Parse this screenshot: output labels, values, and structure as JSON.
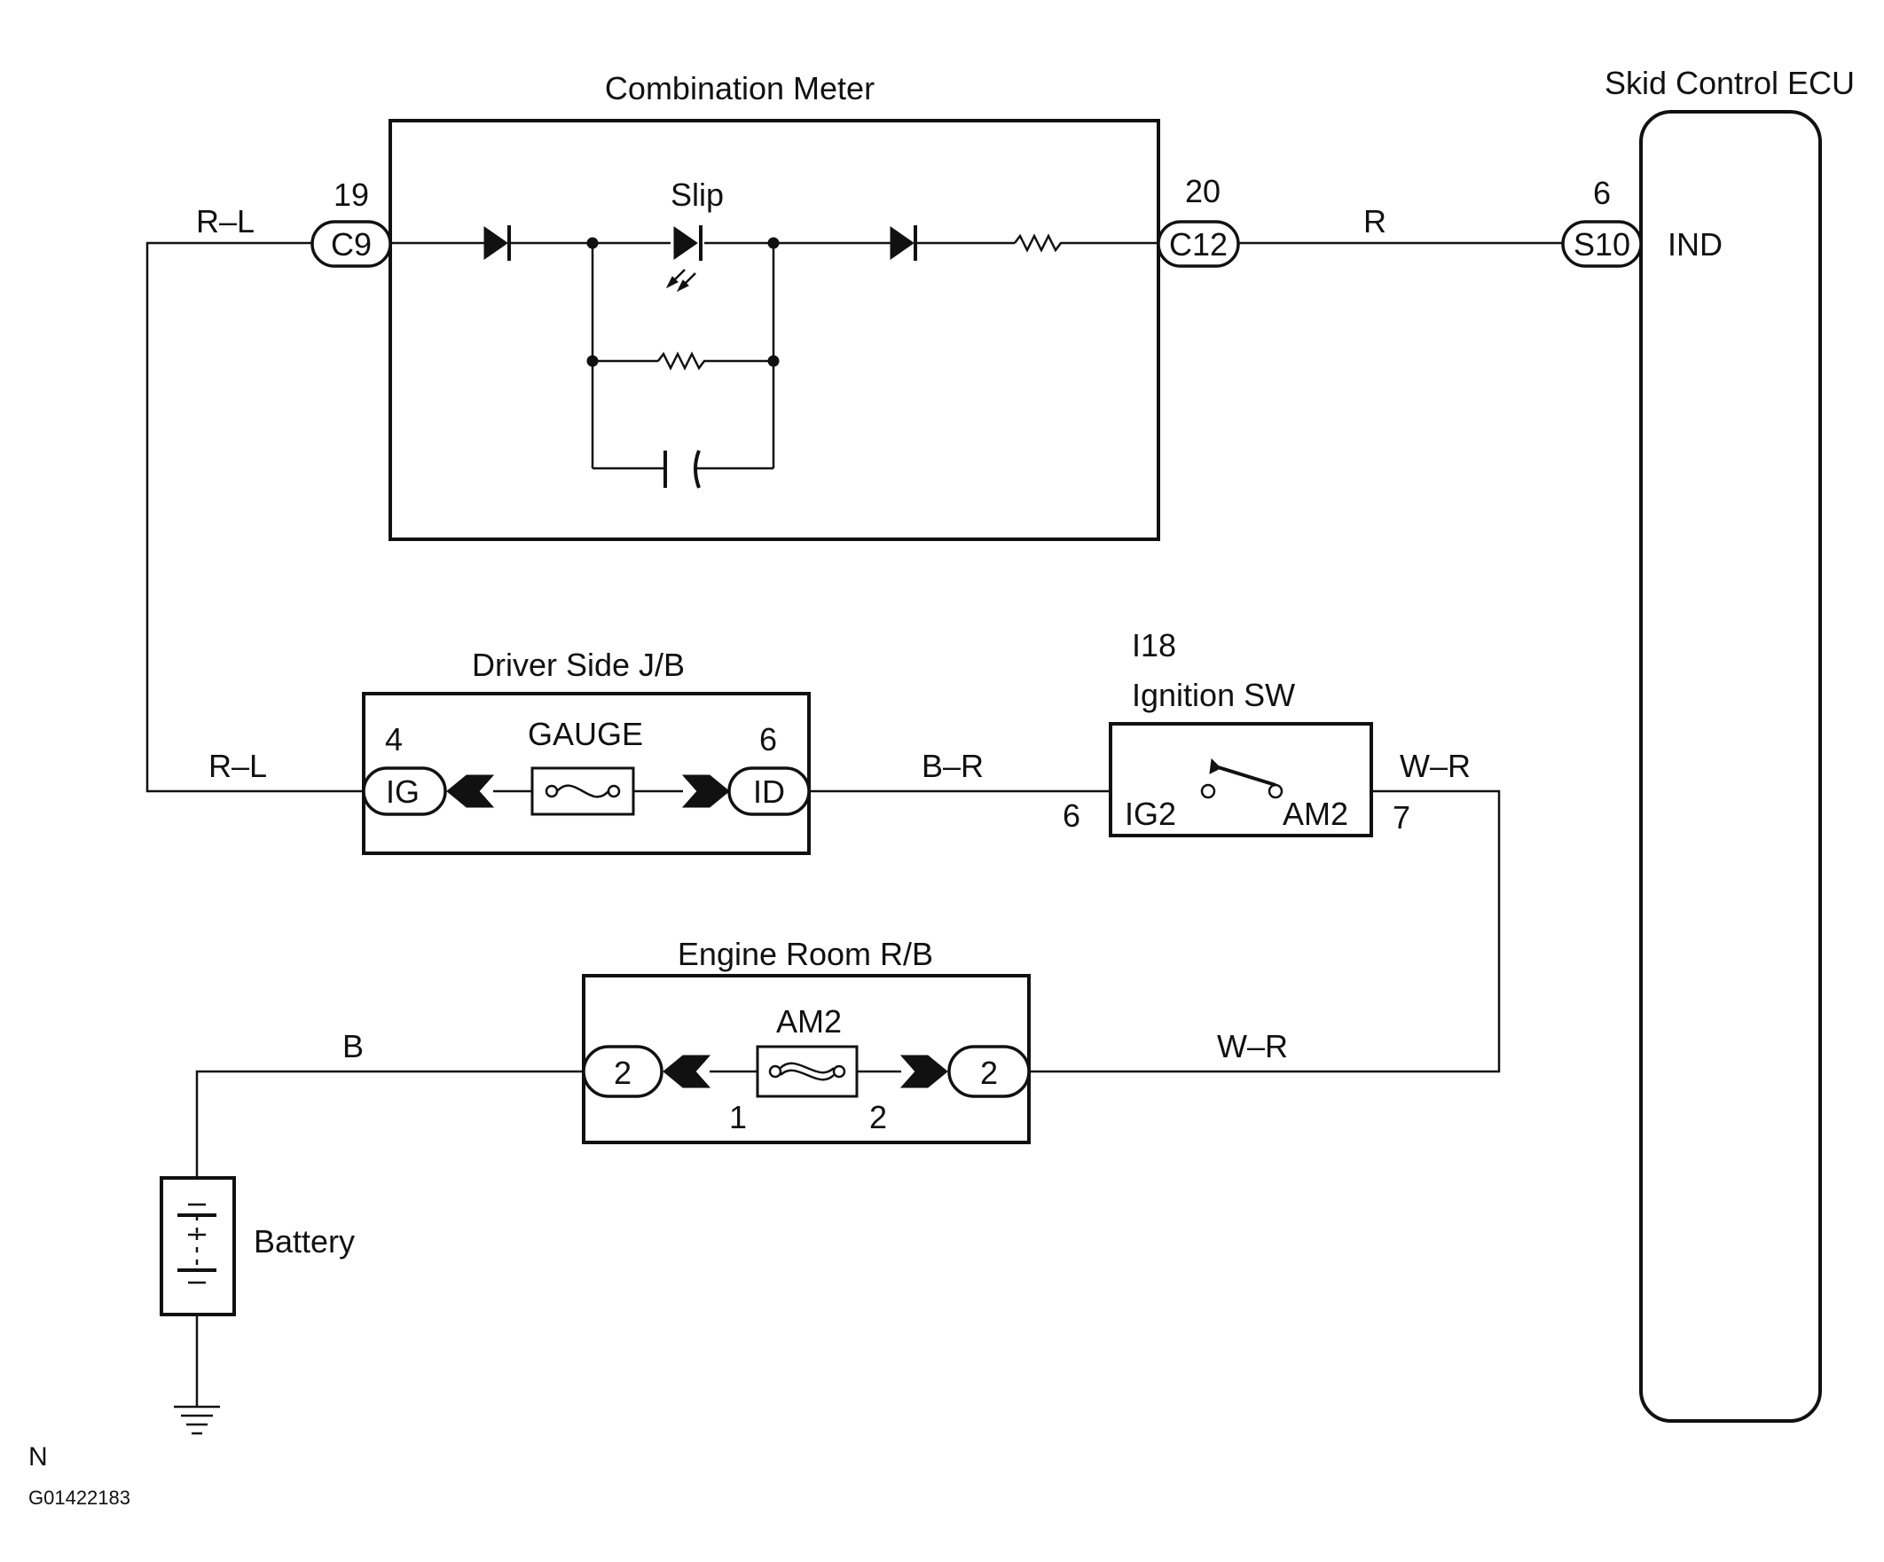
{
  "components": {
    "combination_meter": "Combination Meter",
    "skid_control_ecu": "Skid Control ECU",
    "driver_side_jb": "Driver Side J/B",
    "ignition_sw": "Ignition SW",
    "ignition_sw_code": "I18",
    "engine_room_rb": "Engine Room R/B",
    "battery": "Battery"
  },
  "labels": {
    "slip": "Slip",
    "ind": "IND",
    "gauge_fuse": "GAUGE",
    "am2_fuse": "AM2",
    "ig2": "IG2",
    "am2_terminal": "AM2"
  },
  "connectors": {
    "c9": {
      "id": "C9",
      "pin": "19"
    },
    "c12": {
      "id": "C12",
      "pin": "20"
    },
    "s10": {
      "id": "S10",
      "pin": "6"
    },
    "jb_ig": {
      "id": "IG",
      "pin": "4"
    },
    "jb_id": {
      "id": "ID",
      "pin": "6"
    },
    "sw_ig2_pin": "6",
    "sw_am2_pin": "7",
    "rb_left": {
      "id": "2",
      "pin": "1"
    },
    "rb_right": {
      "id": "2",
      "pin": "2"
    }
  },
  "wires": {
    "r_l_top": "R–L",
    "r": "R",
    "r_l_jb": "R–L",
    "b_r": "B–R",
    "w_r_sw": "W–R",
    "b": "B",
    "w_r_rb": "W–R"
  },
  "footer": {
    "letter": "N",
    "code": "G01422183"
  }
}
